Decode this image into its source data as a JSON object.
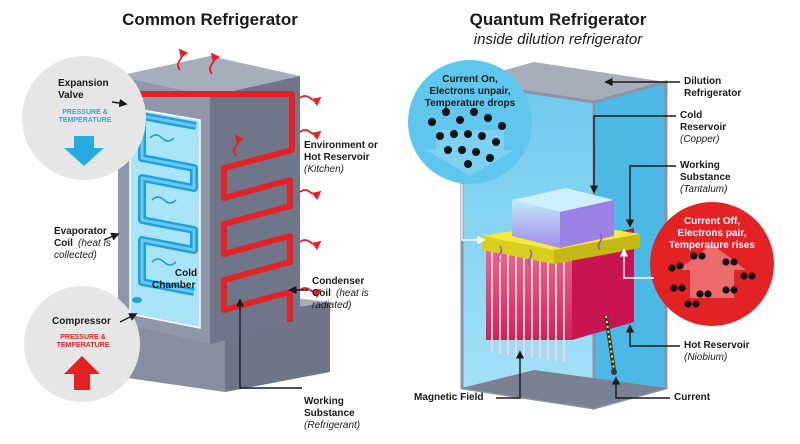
{
  "left": {
    "title": "Common Refrigerator",
    "expansion_valve": {
      "name_line1": "Expansion",
      "name_line2": "Valve",
      "badge_line1": "PRESSURE &",
      "badge_line2": "TEMPERATURE",
      "arrow": "down"
    },
    "compressor": {
      "name": "Compressor",
      "badge_line1": "PRESSURE &",
      "badge_line2": "TEMPERATURE",
      "arrow": "up"
    },
    "environment": {
      "line1": "Environment or",
      "line2": "Hot Reservoir",
      "note": "(Kitchen)"
    },
    "evaporator": {
      "line1": "Evaporator",
      "line2": "Coil",
      "note1": "(heat is",
      "note2": "collected)"
    },
    "cold_chamber": {
      "line1": "Cold",
      "line2": "Chamber"
    },
    "condenser": {
      "line1": "Condenser",
      "line2": "Coil",
      "note1": "(heat is",
      "note2": "radiated)"
    },
    "working_substance": {
      "line1": "Working",
      "line2": "Substance",
      "note": "(Refrigerant)"
    }
  },
  "right": {
    "title": "Quantum Refrigerator",
    "subtitle": "inside dilution refrigerator",
    "current_on": {
      "line1": "Current On,",
      "line2": "Electrons unpair,",
      "line3": "Temperature drops"
    },
    "current_off": {
      "line1": "Current Off,",
      "line2": "Electrons pair,",
      "line3": "Temperature rises"
    },
    "dilution": {
      "line1": "Dilution",
      "line2": "Refrigerator"
    },
    "cold_reservoir": {
      "line1": "Cold",
      "line2": "Reservoir",
      "note": "(Copper)"
    },
    "working_substance": {
      "line1": "Working",
      "line2": "Substance",
      "note": "(Tantalum)"
    },
    "hot_reservoir": {
      "line1": "Hot Reservoir",
      "note": "(Niobium)"
    },
    "magnetic_field": "Magnetic Field",
    "current": "Current"
  },
  "colors": {
    "hot_red": "#e32226",
    "cold_blue": "#29abe2",
    "steel": "#8c93a4",
    "dilution_blue": "#7fd2f0",
    "cold_block": "#8fd8f2",
    "tantalum_yellow": "#f5ec3a",
    "niobium_pink": "#e8386d",
    "badge_gray": "#e6e6e6"
  }
}
